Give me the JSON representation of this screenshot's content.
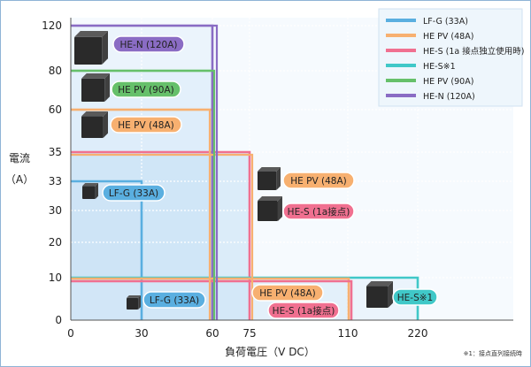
{
  "chart_data": {
    "type": "area",
    "xlabel": "負荷電圧（V DC）",
    "ylabel": "電流\n（A）",
    "note": "※1：接点直列接続時",
    "x_ticks": [
      "0",
      "30",
      "60",
      "75",
      "110",
      "220"
    ],
    "y_ticks": [
      "0",
      "10",
      "20",
      "30",
      "33",
      "35",
      "60",
      "80",
      "120"
    ],
    "series": [
      {
        "name": "LF-G (33A)",
        "color": "#5aafe0",
        "x_max": 30,
        "y_max": 33
      },
      {
        "name": "HE PV (48A)",
        "color": "#f7b070",
        "x_max": 60,
        "y_max": 60
      },
      {
        "name": "HE-S (1a 接点独立使用時)",
        "color": "#f07090",
        "x_max": 75,
        "y_max": 35
      },
      {
        "name": "HE-S※1",
        "color": "#40c8c8",
        "x_max": 220,
        "y_max": 10
      },
      {
        "name": "HE PV (90A)",
        "color": "#66c06a",
        "x_max": 60,
        "y_max": 80
      },
      {
        "name": "HE-N (120A)",
        "color": "#8a6cc4",
        "x_max": 60,
        "y_max": 120
      }
    ],
    "extra_lines": [
      {
        "color": "#f07090",
        "x_max": 110,
        "y_max": 10,
        "comment": "HE-S 1a contact up to 110V at 10A"
      },
      {
        "color": "#f7b070",
        "x_max": 110,
        "y_max": 10,
        "comment": "HE PV up to 110V at 10A"
      }
    ],
    "labels": [
      {
        "text": "HE-N (120A)",
        "color": "#8a6cc4"
      },
      {
        "text": "HE PV (90A)",
        "color": "#66c06a"
      },
      {
        "text": "HE PV (48A)",
        "color": "#f7b070"
      },
      {
        "text": "LF-G (33A)",
        "color": "#5aafe0"
      },
      {
        "text": "HE PV (48A)",
        "color": "#f7b070"
      },
      {
        "text": "HE-S (1a接点)",
        "color": "#f07090"
      },
      {
        "text": "LF-G (33A)",
        "color": "#5aafe0"
      },
      {
        "text": "HE PV (48A)",
        "color": "#f7b070"
      },
      {
        "text": "HE-S (1a接点)",
        "color": "#f07090"
      },
      {
        "text": "HE-S※1",
        "color": "#40c8c8"
      }
    ]
  }
}
